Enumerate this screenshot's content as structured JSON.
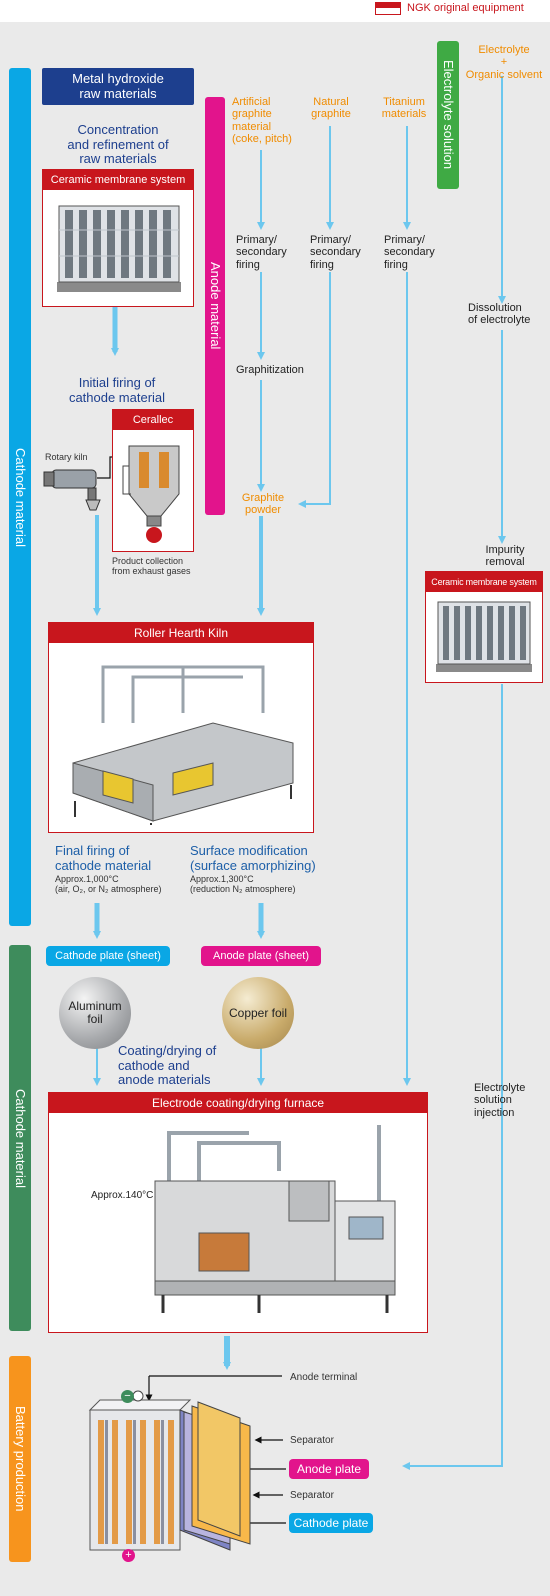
{
  "legend": {
    "label": "NGK original equipment",
    "color": "#c8161d"
  },
  "colors": {
    "flow": "#6cc7ee",
    "cathode": "#0aa7e5",
    "anode": "#e2148c",
    "electrolyte": "#3faa44",
    "cell": "#3e8c5c",
    "battery": "#f7941d",
    "ngk_red": "#c8161d",
    "navy": "#1d3f8e"
  },
  "side_labels": {
    "cathode_material": "Cathode material",
    "anode_material": "Anode material",
    "electrolyte_solution": "Electrolyte solution",
    "cathode_material_cell": "Cathode material",
    "battery_production": "Battery production"
  },
  "cathode": {
    "raw": "Metal hydroxide\nraw materials",
    "refinement": "Concentration\nand refinement of\nraw materials",
    "ceramic_membrane": "Ceramic membrane system",
    "initial_firing": "Initial firing of\ncathode material",
    "cerallec": "Cerallec",
    "rotary_kiln": "Rotary kiln",
    "product_collection": "Product collection\nfrom exhaust gases"
  },
  "anode": {
    "artificial": "Artificial\ngraphite\nmaterial\n(coke, pitch)",
    "natural": "Natural\ngraphite",
    "titanium": "Titanium\nmaterials",
    "firing1": "Primary/\nsecondary\nfiring",
    "firing2": "Primary/\nsecondary\nfiring",
    "firing3": "Primary/\nsecondary\nfiring",
    "graphitization": "Graphitization",
    "graphite_powder": "Graphite\npowder"
  },
  "electrolyte": {
    "top": "Electrolyte\n+\nOrganic solvent",
    "dissolution": "Dissolution\nof electrolyte",
    "impurity": "Impurity\nremoval",
    "ceramic_membrane": "Ceramic membrane system",
    "injection": "Electrolyte\nsolution\ninjection"
  },
  "kiln": {
    "title": "Roller Hearth Kiln",
    "final_firing": "Final firing of\ncathode material",
    "final_firing_detail": "Approx.1,000°C\n(air, O₂, or N₂ atmosphere)",
    "surface": "Surface modification\n(surface amorphizing)",
    "surface_detail": "Approx.1,300°C\n(reduction N₂ atmosphere)"
  },
  "cell": {
    "cathode_plate_sheet": "Cathode plate (sheet)",
    "anode_plate_sheet": "Anode plate (sheet)",
    "aluminum_foil": "Aluminum\nfoil",
    "copper_foil": "Copper foil",
    "coating_drying": "Coating/drying of\ncathode and\nanode materials",
    "furnace_title": "Electrode coating/drying furnace",
    "temp": "Approx.140°C"
  },
  "battery": {
    "anode_terminal": "Anode terminal",
    "separator1": "Separator",
    "anode_plate": "Anode plate",
    "separator2": "Separator",
    "cathode_plate": "Cathode plate",
    "minus": "−",
    "plus": "+"
  }
}
